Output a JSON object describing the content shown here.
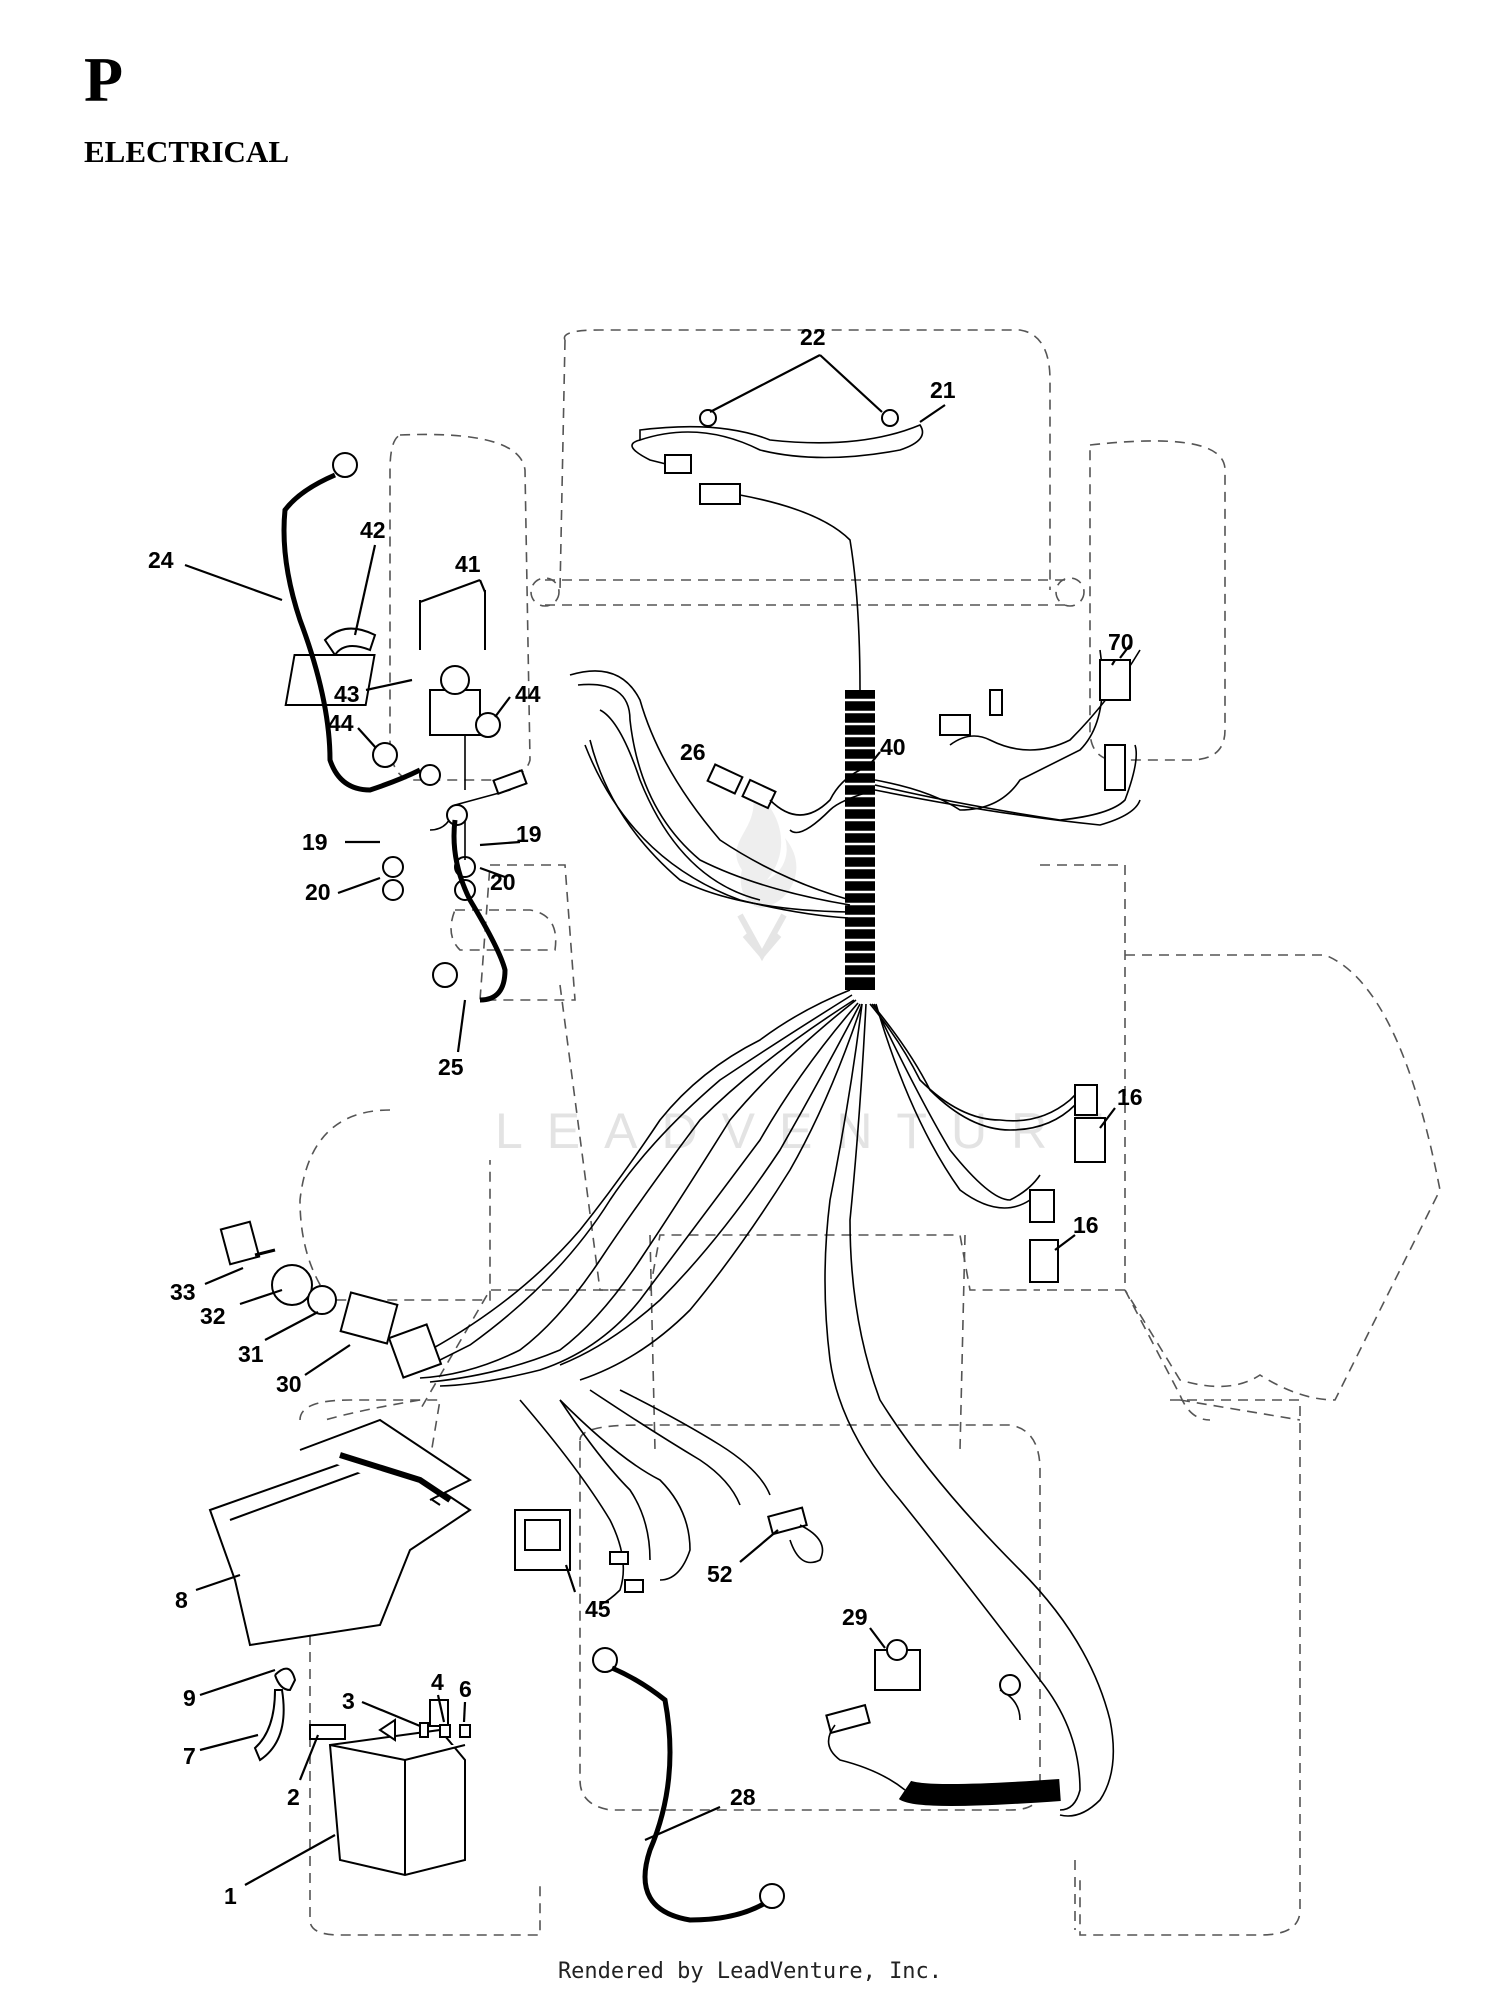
{
  "header": {
    "section_letter": "P",
    "section_title": "ELECTRICAL"
  },
  "watermark": {
    "text": "LEADVENTURE",
    "color": "#e3e3e3"
  },
  "footer": {
    "text": "Rendered by LeadVenture, Inc."
  },
  "callouts": [
    {
      "label": "22"
    },
    {
      "label": "21"
    },
    {
      "label": "42"
    },
    {
      "label": "41"
    },
    {
      "label": "24"
    },
    {
      "label": "43"
    },
    {
      "label": "44"
    },
    {
      "label": "44"
    },
    {
      "label": "70"
    },
    {
      "label": "26"
    },
    {
      "label": "40"
    },
    {
      "label": "19"
    },
    {
      "label": "19"
    },
    {
      "label": "20"
    },
    {
      "label": "20"
    },
    {
      "label": "25"
    },
    {
      "label": "16"
    },
    {
      "label": "16"
    },
    {
      "label": "33"
    },
    {
      "label": "32"
    },
    {
      "label": "31"
    },
    {
      "label": "30"
    },
    {
      "label": "8"
    },
    {
      "label": "45"
    },
    {
      "label": "52"
    },
    {
      "label": "29"
    },
    {
      "label": "9"
    },
    {
      "label": "4"
    },
    {
      "label": "6"
    },
    {
      "label": "3"
    },
    {
      "label": "7"
    },
    {
      "label": "2"
    },
    {
      "label": "1"
    },
    {
      "label": "28"
    }
  ]
}
